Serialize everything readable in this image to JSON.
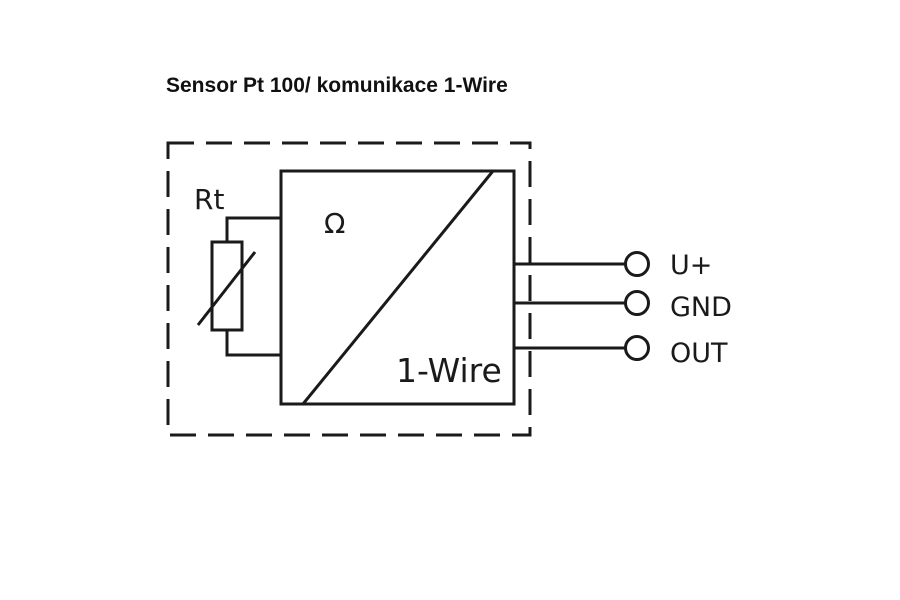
{
  "title": "Sensor Pt 100/ komunikace 1-Wire",
  "sensor": {
    "resistor_label": "Rt",
    "converter_input_symbol": "Ω",
    "converter_output_label": "1-Wire"
  },
  "terminals": [
    {
      "label": "U+"
    },
    {
      "label": "GND"
    },
    {
      "label": "OUT"
    }
  ],
  "colors": {
    "line": "#1a1a1a",
    "background": "#ffffff"
  }
}
